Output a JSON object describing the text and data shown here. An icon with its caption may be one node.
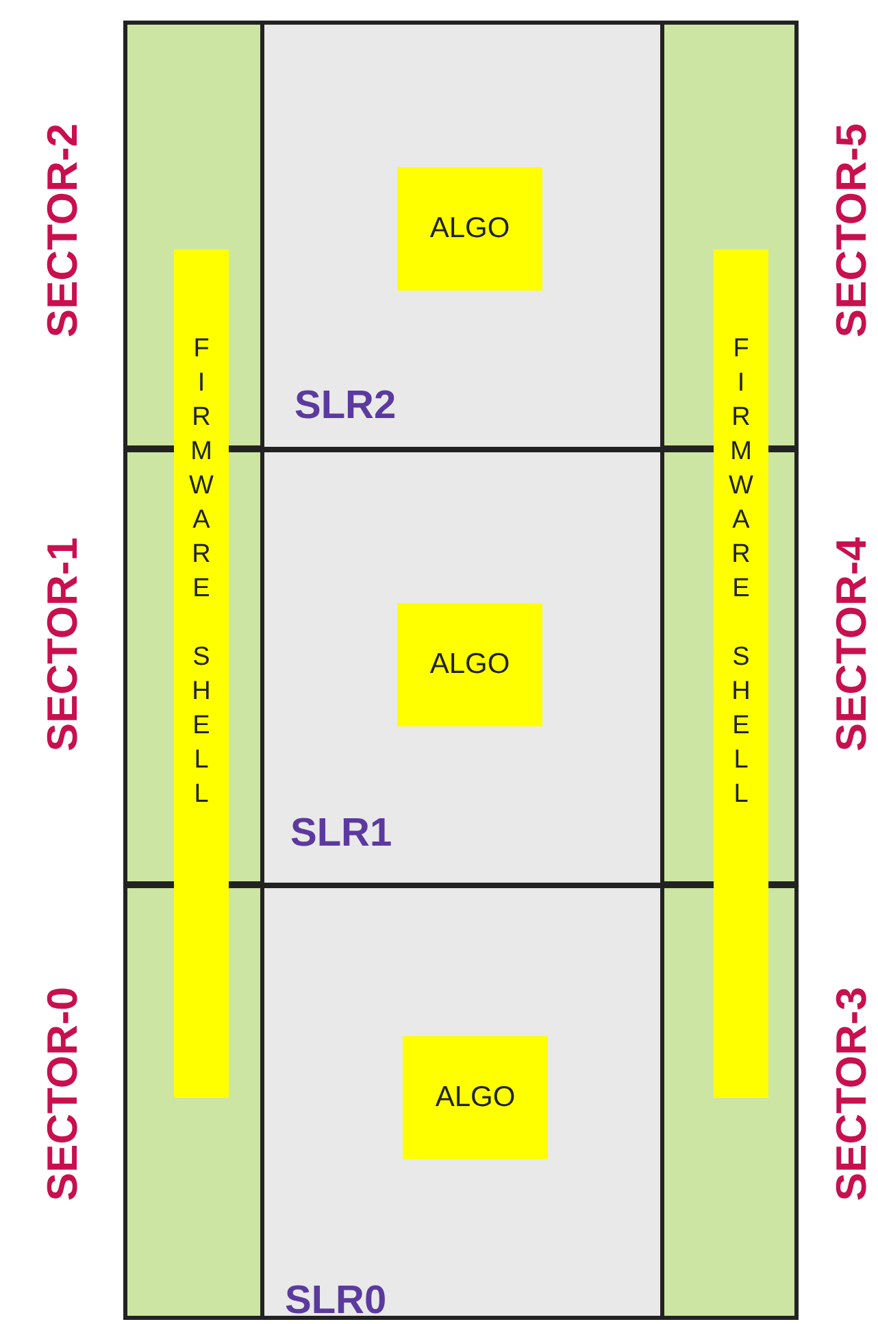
{
  "diagram": {
    "nodes": [
      {
        "text": [
          "SLR2"
        ]
      },
      {
        "text": [
          "ALGO"
        ],
        "in": 0
      },
      {
        "text": [
          "SLR1"
        ]
      },
      {
        "text": [
          "ALGO"
        ],
        "in": 2
      },
      {
        "text": [
          "SLR0"
        ]
      },
      {
        "text": [
          "ALGO"
        ],
        "in": 4
      },
      {
        "text": [
          "FIRMWARE SHELL"
        ]
      },
      {
        "text": [
          "FIRMWARE SHELL"
        ]
      }
    ],
    "labels": [
      "SECTOR-2",
      "SECTOR-5",
      "SECTOR-1",
      "SECTOR-4",
      "SECTOR-0",
      "SECTOR-3"
    ]
  }
}
